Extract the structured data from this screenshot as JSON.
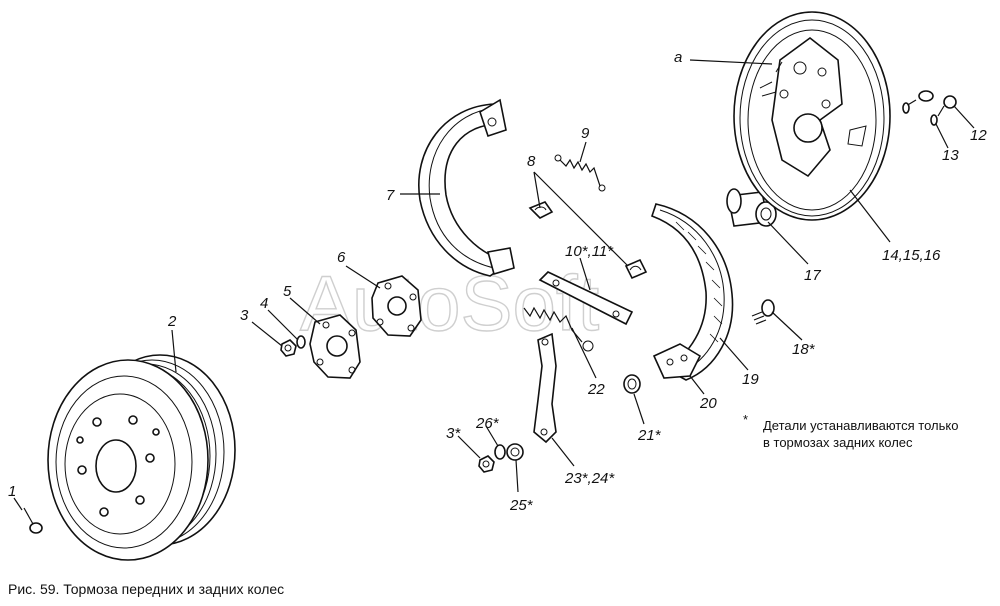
{
  "watermark": "AutoSoft",
  "caption": "Рис. 59. Тормоза передних и задних колес",
  "note": {
    "star": "*",
    "line1": "Детали устанавливаются только",
    "line2": "в тормозах задних колес"
  },
  "callouts": [
    {
      "id": "1",
      "label": "1"
    },
    {
      "id": "2",
      "label": "2"
    },
    {
      "id": "3",
      "label": "3"
    },
    {
      "id": "4",
      "label": "4"
    },
    {
      "id": "5",
      "label": "5"
    },
    {
      "id": "6",
      "label": "6"
    },
    {
      "id": "7",
      "label": "7"
    },
    {
      "id": "8",
      "label": "8"
    },
    {
      "id": "9",
      "label": "9"
    },
    {
      "id": "10-11",
      "label": "10*,11*"
    },
    {
      "id": "12",
      "label": "12"
    },
    {
      "id": "13",
      "label": "13"
    },
    {
      "id": "14-16",
      "label": "14,15,16"
    },
    {
      "id": "17",
      "label": "17"
    },
    {
      "id": "18",
      "label": "18*"
    },
    {
      "id": "19",
      "label": "19"
    },
    {
      "id": "20",
      "label": "20"
    },
    {
      "id": "21",
      "label": "21*"
    },
    {
      "id": "22",
      "label": "22"
    },
    {
      "id": "23-24",
      "label": "23*,24*"
    },
    {
      "id": "25",
      "label": "25*"
    },
    {
      "id": "26",
      "label": "26*"
    },
    {
      "id": "3s",
      "label": "3*"
    },
    {
      "id": "a",
      "label": "а"
    }
  ]
}
